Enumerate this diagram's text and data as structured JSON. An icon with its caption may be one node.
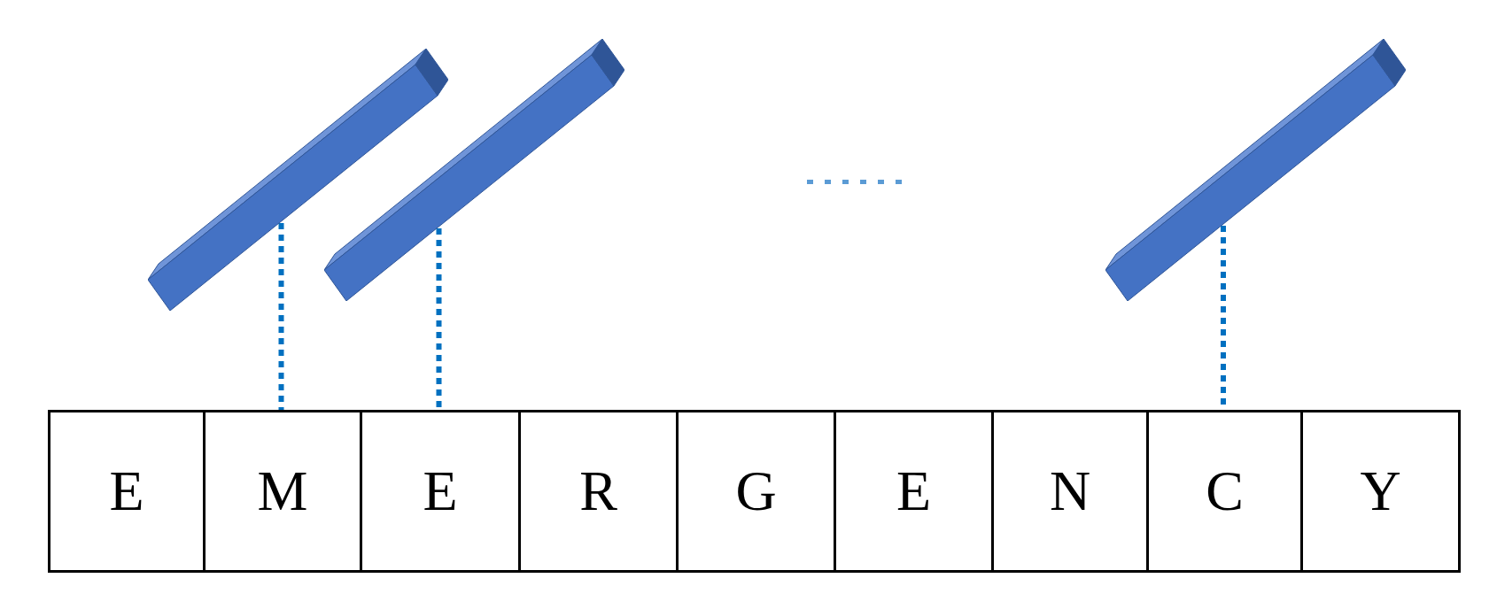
{
  "diagram": {
    "nodes": [
      {
        "text": [],
        "shape": "bar"
      },
      {
        "text": [],
        "shape": "bar"
      },
      {
        "text": [],
        "shape": "bar"
      },
      {
        "text": [
          "E"
        ]
      },
      {
        "text": [
          "M"
        ]
      },
      {
        "text": [
          "E"
        ]
      },
      {
        "text": [
          "R"
        ]
      },
      {
        "text": [
          "G"
        ]
      },
      {
        "text": [
          "E"
        ]
      },
      {
        "text": [
          "N"
        ]
      },
      {
        "text": [
          "C"
        ]
      },
      {
        "text": [
          "Y"
        ]
      }
    ],
    "edges": [
      {
        "from": 0,
        "to": 4,
        "arrow": "none"
      },
      {
        "from": 1,
        "to": 5,
        "arrow": "none"
      },
      {
        "from": 2,
        "to": 10,
        "arrow": "none"
      }
    ]
  }
}
